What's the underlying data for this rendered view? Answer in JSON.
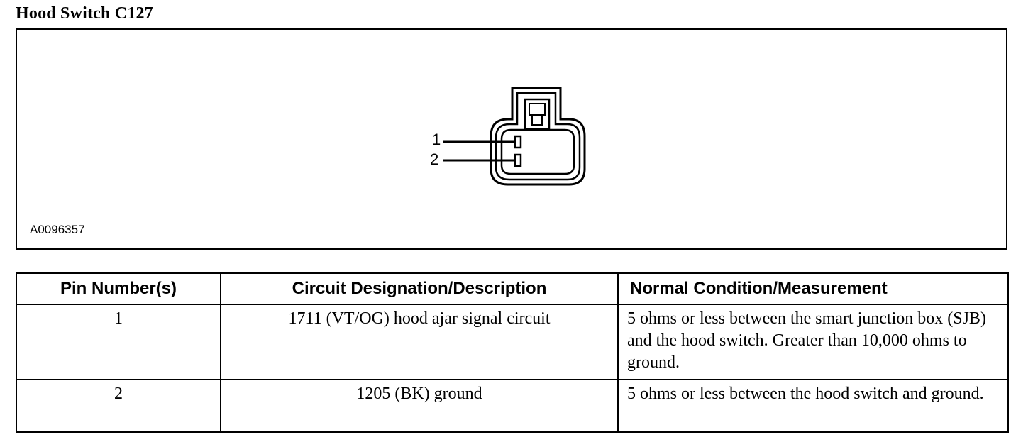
{
  "title": "Hood Switch C127",
  "figure": {
    "id": "A0096357",
    "pin_labels": [
      "1",
      "2"
    ]
  },
  "table": {
    "headers": [
      "Pin Number(s)",
      "Circuit Designation/Description",
      "Normal Condition/Measurement"
    ],
    "rows": [
      {
        "pin": "1",
        "circuit": "1711 (VT/OG) hood ajar signal circuit",
        "measurement": "5 ohms or less between the smart junction box (SJB) and the hood switch. Greater than 10,000 ohms to ground."
      },
      {
        "pin": "2",
        "circuit": "1205 (BK) ground",
        "measurement": "5 ohms or less between the hood switch and ground."
      }
    ]
  }
}
